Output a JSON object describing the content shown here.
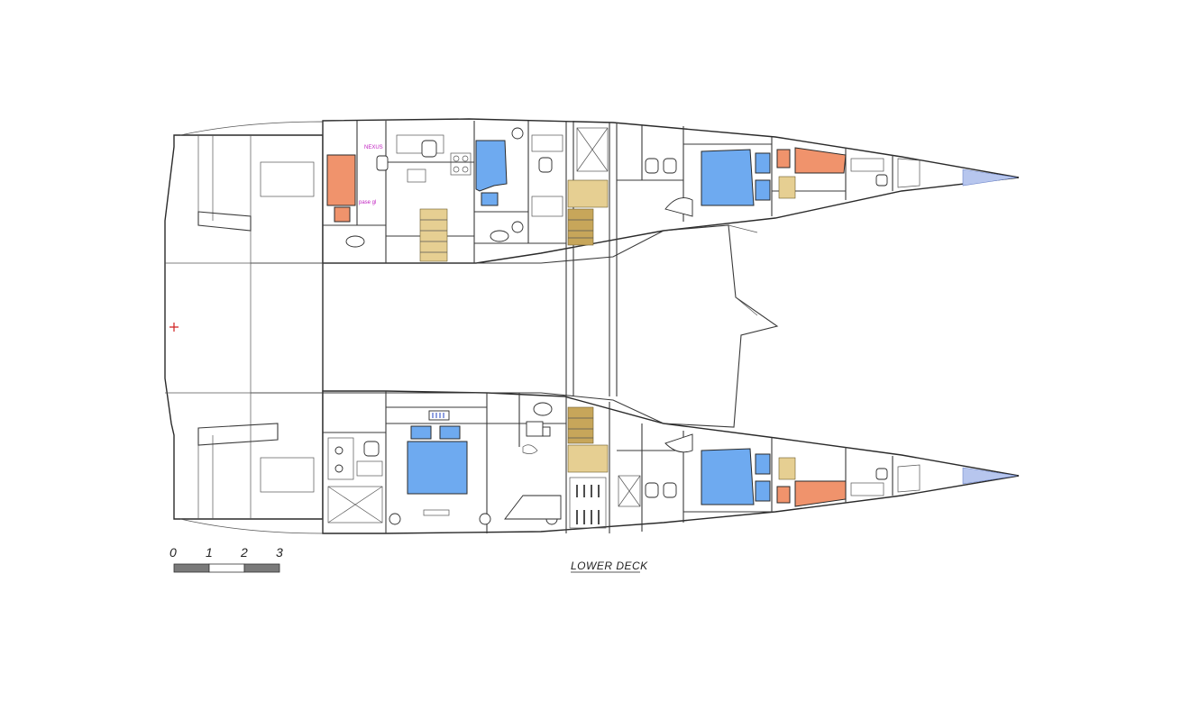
{
  "drawing": {
    "title": "LOWER DECK",
    "scale_labels": [
      "0",
      "1",
      "2",
      "3"
    ],
    "tags": [
      "NEXUS",
      "pase gl"
    ]
  },
  "colors": {
    "bed_blue": "#6eaaf0",
    "bed_orange": "#f0936c",
    "stairs": "#e6cf92",
    "bow_mesh": "#b7c6ee",
    "line": "#2a2a2a"
  }
}
